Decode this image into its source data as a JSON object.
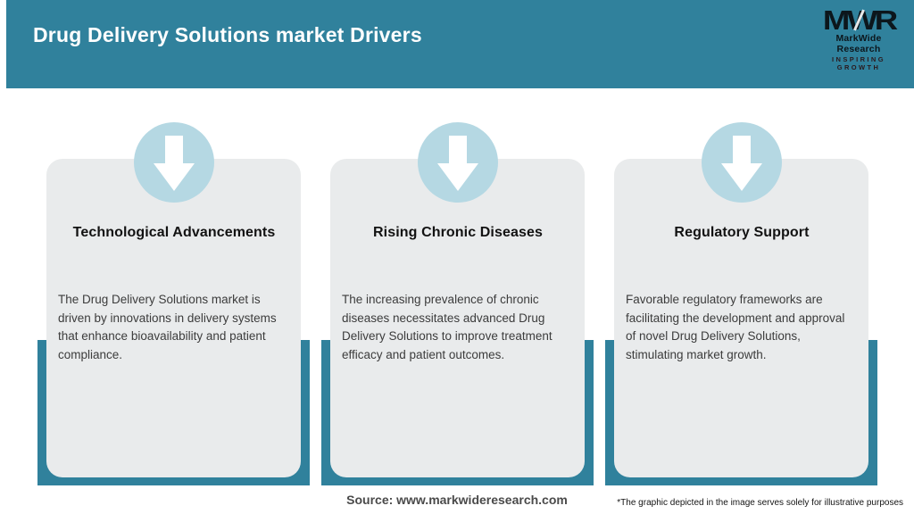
{
  "header": {
    "title": "Drug Delivery Solutions market Drivers",
    "logo": {
      "monogram": "MWR",
      "name": "MarkWide Research",
      "tagline": "INSPIRING GROWTH"
    }
  },
  "cards": [
    {
      "icon": "down-arrow-icon",
      "title": "Technological Advancements",
      "description": "The Drug Delivery Solutions market is driven by innovations in delivery systems that enhance bioavailability and patient compliance."
    },
    {
      "icon": "down-arrow-icon",
      "title": "Rising Chronic Diseases",
      "description": "The increasing prevalence of chronic diseases necessitates advanced Drug Delivery Solutions to improve treatment efficacy and patient outcomes."
    },
    {
      "icon": "down-arrow-icon",
      "title": "Regulatory Support",
      "description": "Favorable regulatory frameworks are facilitating the development and approval of novel Drug Delivery Solutions, stimulating market growth."
    }
  ],
  "footer": {
    "source": "Source: www.markwideresearch.com",
    "disclaimer": "*The graphic depicted in the image serves solely for illustrative purposes"
  },
  "colors": {
    "teal": "#30819c",
    "card_bg": "#e9ebec",
    "circle_bg": "#b5d8e3",
    "title_text": "#ffffff",
    "body_text": "#3c3c3c"
  }
}
